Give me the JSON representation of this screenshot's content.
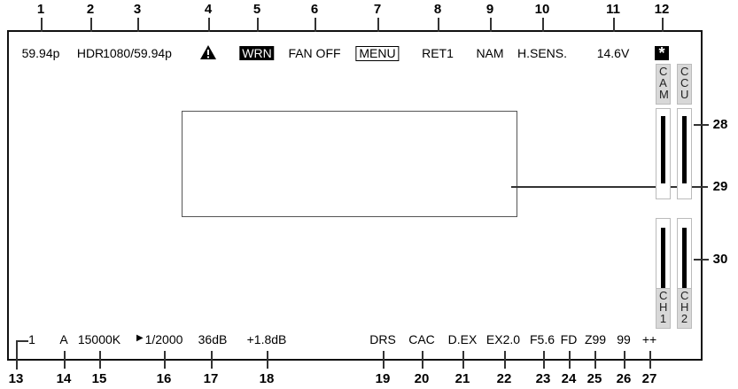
{
  "top_items": [
    {
      "num": "1",
      "label": "59.94p"
    },
    {
      "num": "2",
      "label": "HDR"
    },
    {
      "num": "3",
      "label": "1080/59.94p"
    },
    {
      "num": "4",
      "label": ""
    },
    {
      "num": "5",
      "label": "WRN"
    },
    {
      "num": "6",
      "label": "FAN OFF"
    },
    {
      "num": "7",
      "label": "MENU"
    },
    {
      "num": "8",
      "label": "RET1"
    },
    {
      "num": "9",
      "label": "NAM"
    },
    {
      "num": "10",
      "label": "H.SENS."
    },
    {
      "num": "11",
      "label": "14.6V"
    },
    {
      "num": "12",
      "label": "*"
    }
  ],
  "bottom_items": [
    {
      "num": "13",
      "label": "1"
    },
    {
      "num": "14",
      "label": "A"
    },
    {
      "num": "15",
      "label": "15000K"
    },
    {
      "num": "16",
      "label": "1/2000"
    },
    {
      "num": "17",
      "label": "36dB"
    },
    {
      "num": "18",
      "label": "+1.8dB"
    },
    {
      "num": "19",
      "label": "DRS"
    },
    {
      "num": "20",
      "label": "CAC"
    },
    {
      "num": "21",
      "label": "D.EX"
    },
    {
      "num": "22",
      "label": "EX2.0"
    },
    {
      "num": "23",
      "label": "F5.6"
    },
    {
      "num": "24",
      "label": "FD"
    },
    {
      "num": "25",
      "label": "Z99"
    },
    {
      "num": "26",
      "label": "99"
    },
    {
      "num": "27",
      "label": "++"
    }
  ],
  "side_items": [
    {
      "num": "28"
    },
    {
      "num": "29"
    },
    {
      "num": "30"
    }
  ],
  "meters": {
    "cam": "CAM",
    "ccu": "CCU",
    "ch1": "CH1",
    "ch2": "CH2"
  },
  "icons": {
    "warning": "warning-triangle-icon",
    "play": "play-triangle-icon"
  }
}
